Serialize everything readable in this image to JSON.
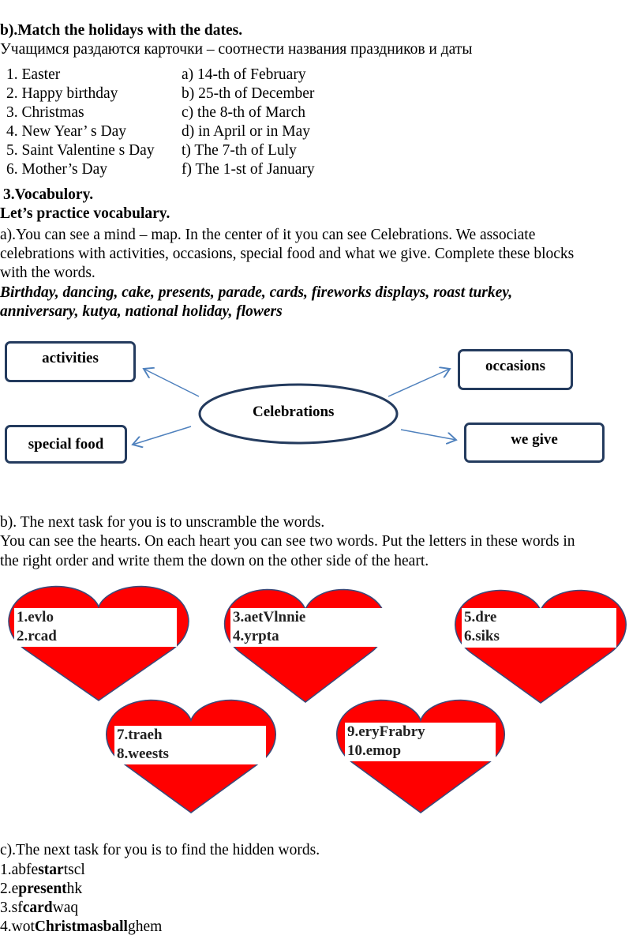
{
  "match": {
    "heading": "b).Match the holidays with the dates.",
    "subtitle": "Учащимся раздаются карточки – соотнести названия праздников и даты",
    "holidays": [
      "1. Easter",
      "2. Happy birthday",
      "3. Christmas",
      "4. New Year’ s Day",
      "5. Saint Valentine s Day",
      "6. Mother’s Day"
    ],
    "dates": [
      "a) 14-th of February",
      "b) 25-th of December",
      "c) the 8-th of March",
      "d) in April or in May",
      "t) The 7-th of Luly",
      "f) The 1-st of  January"
    ]
  },
  "vocab": {
    "heading": "3.Vocabulory.",
    "subheading": "Let’s practice vocabulary.",
    "task_a": [
      "a).You can see a mind – map. In the center of it you can see Celebrations. We associate",
      "celebrations with activities, occasions, special food and what we give. Complete these blocks",
      "with the words."
    ],
    "words": [
      "Birthday, dancing, cake, presents, parade, cards, fireworks displays, roast turkey,",
      "anniversary, kutya, national holiday, flowers"
    ]
  },
  "mindmap": {
    "center": "Celebrations",
    "activities": "activities",
    "occasions": "occasions",
    "special_food": "special food",
    "we_give": "we give",
    "line_color": "#4f81bd",
    "border_color": "#243b5e"
  },
  "task_b": {
    "lines": [
      "b). The next task for you is to unscramble the words.",
      "You can see the hearts. On each heart you can see two words. Put the letters in these words in",
      "the right order and write them the down on the other side of the heart."
    ],
    "hearts": [
      [
        "1.evlo",
        "2.rcad"
      ],
      [
        "3.aetVlnnie",
        "4.yrpta"
      ],
      [
        "5.dre",
        "6.siks"
      ],
      [
        "7.traeh",
        "8.weests"
      ],
      [
        "9.eryFrabry",
        "10.emop"
      ]
    ],
    "heart_color": "#ff0000"
  },
  "task_c": {
    "heading": "c).The next task for you is to find the hidden words.",
    "items": [
      {
        "pre": "1.abfe",
        "bold": "star",
        "post": "tscl"
      },
      {
        "pre": "2.e",
        "bold": "present",
        "post": "hk"
      },
      {
        "pre": "3.sf",
        "bold": "card",
        "post": "waq"
      },
      {
        "pre": "4.wot",
        "bold": "Christmasball",
        "post": "ghem"
      }
    ]
  }
}
